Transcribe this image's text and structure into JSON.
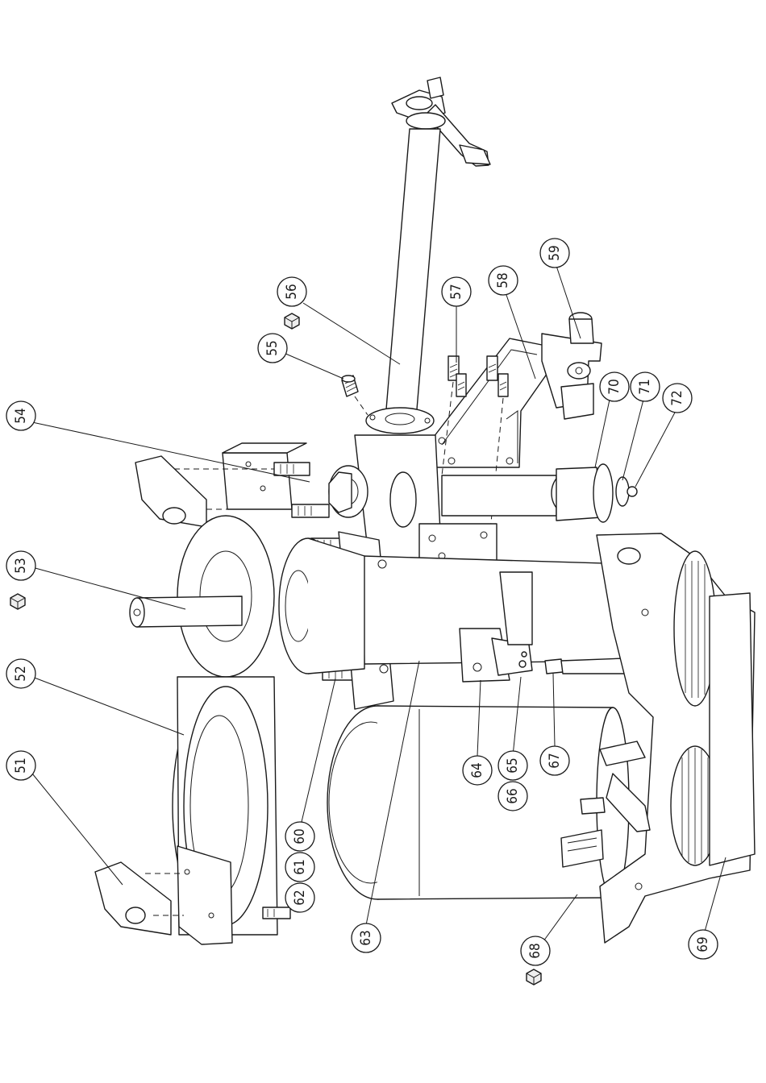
{
  "diagram": {
    "type": "exploded-parts-drawing",
    "orientation": "rotated-90-clockwise",
    "callouts": [
      {
        "label": "51"
      },
      {
        "label": "52"
      },
      {
        "label": "53"
      },
      {
        "label": "54"
      },
      {
        "label": "55"
      },
      {
        "label": "56"
      },
      {
        "label": "57"
      },
      {
        "label": "58"
      },
      {
        "label": "59"
      },
      {
        "label": "60"
      },
      {
        "label": "61"
      },
      {
        "label": "62"
      },
      {
        "label": "63"
      },
      {
        "label": "64"
      },
      {
        "label": "65"
      },
      {
        "label": "66"
      },
      {
        "label": "67"
      },
      {
        "label": "68"
      },
      {
        "label": "69"
      },
      {
        "label": "70"
      },
      {
        "label": "71"
      },
      {
        "label": "72"
      }
    ],
    "kit_icon_name": "parts-kit-icon",
    "line_color": "#1a1a1a",
    "background": "#ffffff"
  }
}
